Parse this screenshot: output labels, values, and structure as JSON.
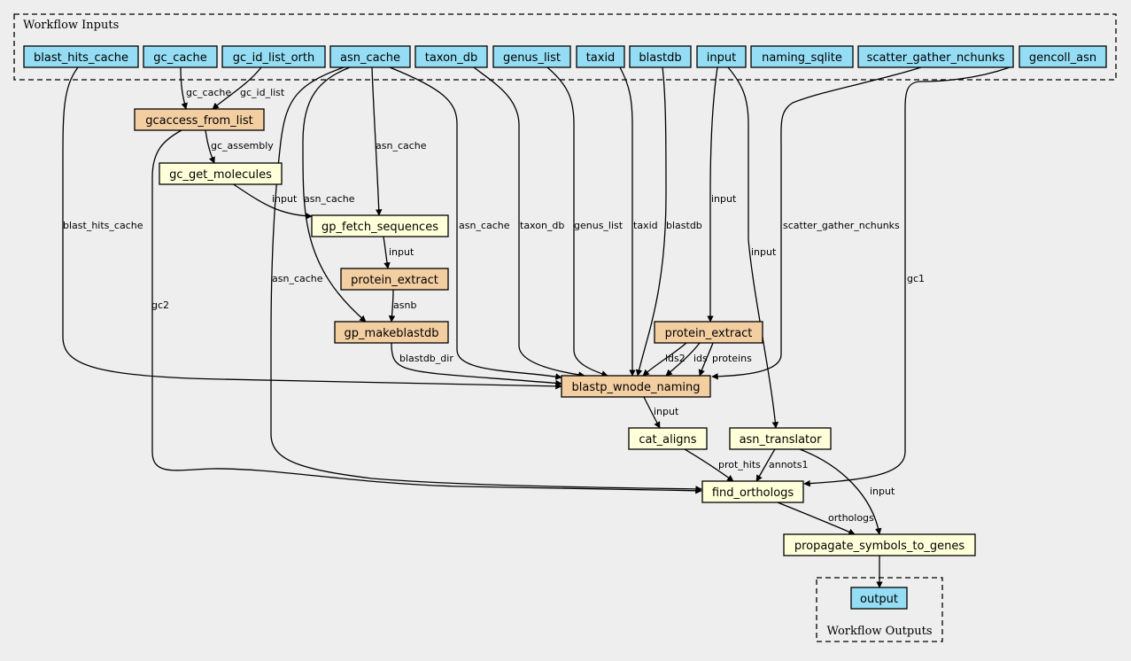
{
  "clusters": {
    "inputs": {
      "label": "Workflow Inputs"
    },
    "outputs": {
      "label": "Workflow Outputs"
    }
  },
  "colors": {
    "background": "#eeeeee",
    "input_node": "#94ddf4",
    "subworkflow_node": "#f3cea1",
    "tool_node": "#ffffd9",
    "border": "#000000"
  },
  "nodes": {
    "blast_hits_cache": {
      "label": "blast_hits_cache",
      "kind": "input"
    },
    "gc_cache": {
      "label": "gc_cache",
      "kind": "input"
    },
    "gc_id_list_orth": {
      "label": "gc_id_list_orth",
      "kind": "input"
    },
    "asn_cache": {
      "label": "asn_cache",
      "kind": "input"
    },
    "taxon_db": {
      "label": "taxon_db",
      "kind": "input"
    },
    "genus_list": {
      "label": "genus_list",
      "kind": "input"
    },
    "taxid": {
      "label": "taxid",
      "kind": "input"
    },
    "blastdb": {
      "label": "blastdb",
      "kind": "input"
    },
    "input": {
      "label": "input",
      "kind": "input"
    },
    "naming_sqlite": {
      "label": "naming_sqlite",
      "kind": "input"
    },
    "scatter_gather_nchunks": {
      "label": "scatter_gather_nchunks",
      "kind": "input"
    },
    "gencoll_asn": {
      "label": "gencoll_asn",
      "kind": "input"
    },
    "gcaccess_from_list": {
      "label": "gcaccess_from_list",
      "kind": "subworkflow"
    },
    "gc_get_molecules": {
      "label": "gc_get_molecules",
      "kind": "tool"
    },
    "gp_fetch_sequences": {
      "label": "gp_fetch_sequences",
      "kind": "tool"
    },
    "protein_extract_1": {
      "label": "protein_extract",
      "kind": "subworkflow"
    },
    "gp_makeblastdb": {
      "label": "gp_makeblastdb",
      "kind": "subworkflow"
    },
    "protein_extract_2": {
      "label": "protein_extract",
      "kind": "subworkflow"
    },
    "blastp_wnode_naming": {
      "label": "blastp_wnode_naming",
      "kind": "subworkflow"
    },
    "cat_aligns": {
      "label": "cat_aligns",
      "kind": "tool"
    },
    "asn_translator": {
      "label": "asn_translator",
      "kind": "tool"
    },
    "find_orthologs": {
      "label": "find_orthologs",
      "kind": "tool"
    },
    "propagate_symbols_to_genes": {
      "label": "propagate_symbols_to_genes",
      "kind": "tool"
    },
    "output": {
      "label": "output",
      "kind": "input"
    }
  },
  "edges": [
    {
      "id": "e1",
      "from": "gc_cache",
      "to": "gcaccess_from_list",
      "label": "gc_cache"
    },
    {
      "id": "e2",
      "from": "gc_id_list_orth",
      "to": "gcaccess_from_list",
      "label": "gc_id_list"
    },
    {
      "id": "e3",
      "from": "gcaccess_from_list",
      "to": "gc_get_molecules",
      "label": "gc_assembly"
    },
    {
      "id": "e4",
      "from": "gc_get_molecules",
      "to": "gp_fetch_sequences",
      "label": "input"
    },
    {
      "id": "e5",
      "from": "asn_cache",
      "to": "gp_fetch_sequences",
      "label": "asn_cache"
    },
    {
      "id": "e6",
      "from": "asn_cache",
      "to": "gp_makeblastdb",
      "label": "asn_cache"
    },
    {
      "id": "e7",
      "from": "gp_fetch_sequences",
      "to": "protein_extract_1",
      "label": "input"
    },
    {
      "id": "e8",
      "from": "protein_extract_1",
      "to": "gp_makeblastdb",
      "label": "asnb"
    },
    {
      "id": "e9",
      "from": "blast_hits_cache",
      "to": "blastp_wnode_naming",
      "label": "blast_hits_cache"
    },
    {
      "id": "e10",
      "from": "gp_makeblastdb",
      "to": "blastp_wnode_naming",
      "label": "blastdb_dir"
    },
    {
      "id": "e11",
      "from": "asn_cache",
      "to": "blastp_wnode_naming",
      "label": "asn_cache"
    },
    {
      "id": "e12",
      "from": "taxon_db",
      "to": "blastp_wnode_naming",
      "label": "taxon_db"
    },
    {
      "id": "e13",
      "from": "genus_list",
      "to": "blastp_wnode_naming",
      "label": "genus_list"
    },
    {
      "id": "e14",
      "from": "taxid",
      "to": "blastp_wnode_naming",
      "label": "taxid"
    },
    {
      "id": "e15",
      "from": "blastdb",
      "to": "blastp_wnode_naming",
      "label": "blastdb"
    },
    {
      "id": "e16",
      "from": "input",
      "to": "protein_extract_2",
      "label": "input"
    },
    {
      "id": "e17",
      "from": "protein_extract_2",
      "to": "blastp_wnode_naming",
      "label": "lds2"
    },
    {
      "id": "e18",
      "from": "protein_extract_2",
      "to": "blastp_wnode_naming",
      "label": "ids"
    },
    {
      "id": "e19",
      "from": "protein_extract_2",
      "to": "blastp_wnode_naming",
      "label": "proteins"
    },
    {
      "id": "e20",
      "from": "scatter_gather_nchunks",
      "to": "blastp_wnode_naming",
      "label": "scatter_gather_nchunks"
    },
    {
      "id": "e21",
      "from": "input",
      "to": "asn_translator",
      "label": "input"
    },
    {
      "id": "e22",
      "from": "blastp_wnode_naming",
      "to": "cat_aligns",
      "label": "input"
    },
    {
      "id": "e23",
      "from": "gcaccess_from_list",
      "to": "find_orthologs",
      "label": "gc2"
    },
    {
      "id": "e24",
      "from": "asn_cache",
      "to": "find_orthologs",
      "label": "asn_cache"
    },
    {
      "id": "e25",
      "from": "gencoll_asn",
      "to": "find_orthologs",
      "label": "gc1"
    },
    {
      "id": "e26",
      "from": "cat_aligns",
      "to": "find_orthologs",
      "label": "prot_hits"
    },
    {
      "id": "e27",
      "from": "asn_translator",
      "to": "find_orthologs",
      "label": "annots1"
    },
    {
      "id": "e28",
      "from": "find_orthologs",
      "to": "propagate_symbols_to_genes",
      "label": "orthologs"
    },
    {
      "id": "e29",
      "from": "asn_translator",
      "to": "propagate_symbols_to_genes",
      "label": "input"
    },
    {
      "id": "e30",
      "from": "propagate_symbols_to_genes",
      "to": "output",
      "label": ""
    }
  ]
}
